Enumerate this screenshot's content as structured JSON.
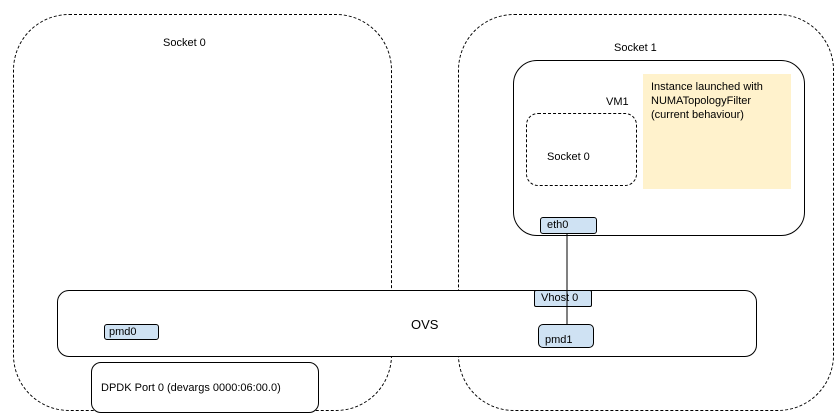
{
  "socket0": {
    "label": "Socket 0"
  },
  "socket1": {
    "label": "Socket 1"
  },
  "vm": {
    "label": "VM1",
    "inner_socket_label": "Socket 0",
    "note": "Instance launched with NUMATopologyFilter (current behaviour)",
    "eth_label": "eth0"
  },
  "ovs": {
    "label": "OVS",
    "vhost_label": "Vhost 0",
    "pmd0_label": "pmd0",
    "pmd1_label": "pmd1"
  },
  "dpdk_port": {
    "label": "DPDK Port 0 (devargs 0000:06:00.0)"
  },
  "colors": {
    "port_fill": "#cfe2f3",
    "note_fill": "#fff2cc",
    "stroke": "#000000"
  }
}
